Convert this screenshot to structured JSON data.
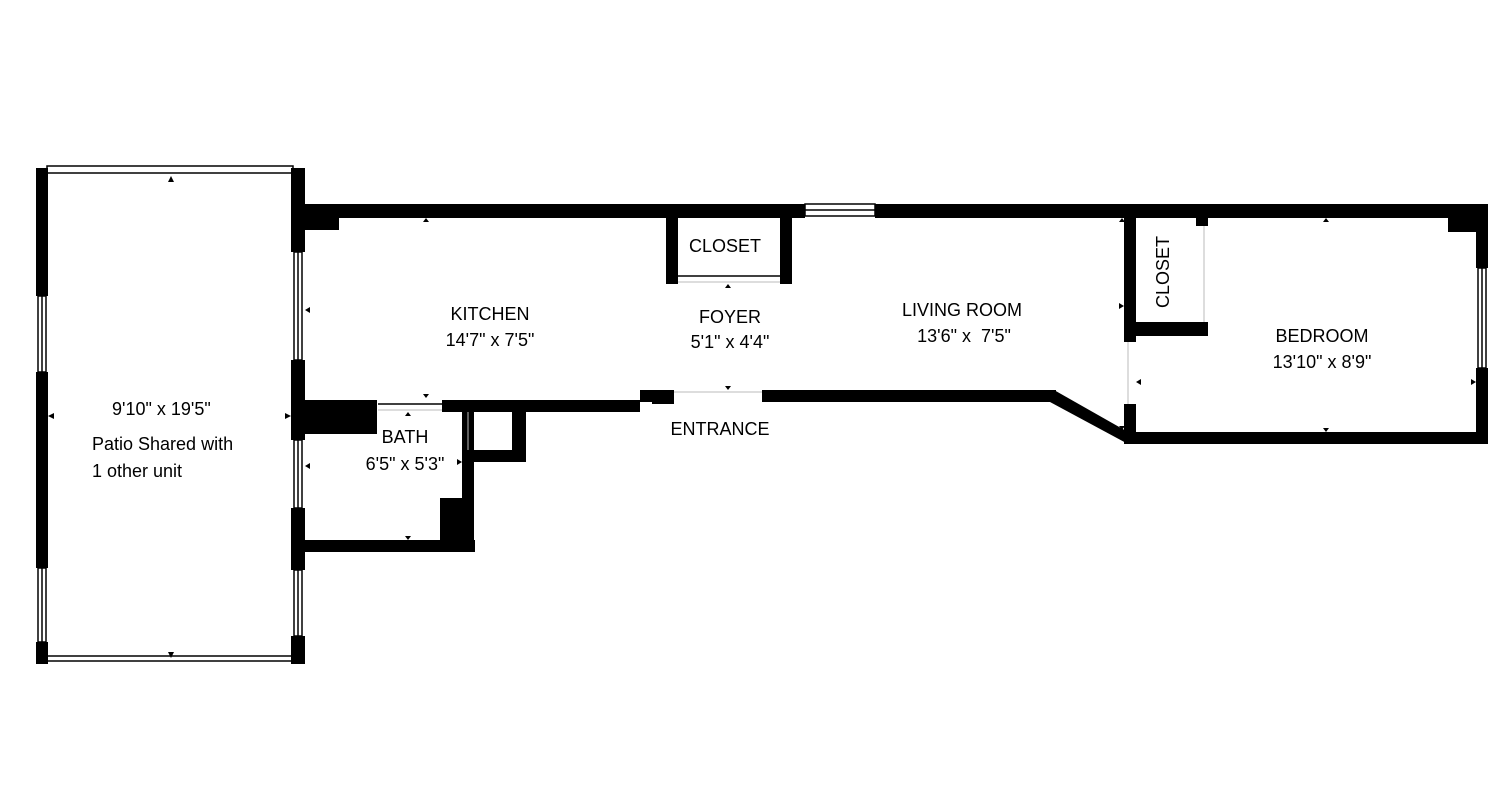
{
  "floorplan": {
    "patio": {
      "dimensions": "9'10\" x 19'5\"",
      "line1": "Patio Shared with",
      "line2": "1 other unit"
    },
    "kitchen": {
      "name": "KITCHEN",
      "dimensions": "14'7\" x 7'5\""
    },
    "bath": {
      "name": "BATH",
      "dimensions": "6'5\" x 5'3\""
    },
    "closet_foyer": {
      "name": "CLOSET"
    },
    "foyer": {
      "name": "FOYER",
      "dimensions": "5'1\" x 4'4\""
    },
    "entrance": {
      "name": "ENTRANCE"
    },
    "living_room": {
      "name": "LIVING ROOM",
      "dimensions": "13'6\" x  7'5\""
    },
    "closet_bedroom": {
      "name": "CLOSET"
    },
    "bedroom": {
      "name": "BEDROOM",
      "dimensions": "13'10\" x 8'9\""
    }
  },
  "colors": {
    "wall": "#000000",
    "background": "#ffffff"
  }
}
